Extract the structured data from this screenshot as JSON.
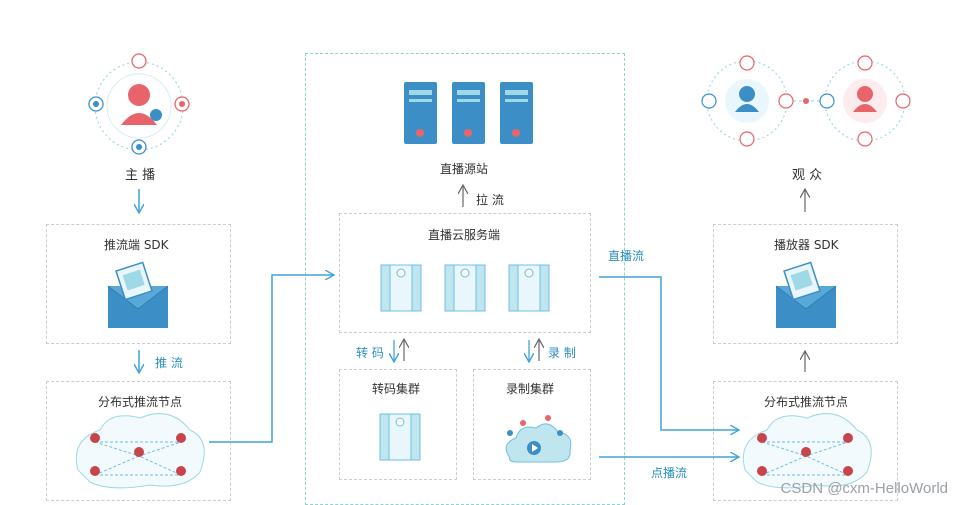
{
  "left": {
    "host_label": "主 播",
    "push_sdk_title": "推流端 SDK",
    "push_arrow_label": "推 流",
    "cdn_title": "分布式推流节点"
  },
  "center": {
    "origin_label": "直播源站",
    "pull_label": "拉 流",
    "cloud_title": "直播云服务端",
    "transcode_arrow_label": "转 码",
    "record_arrow_label": "录 制",
    "transcode_cluster": "转码集群",
    "record_cluster": "录制集群"
  },
  "right": {
    "audience_label": "观 众",
    "player_sdk_title": "播放器 SDK",
    "cdn_title": "分布式推流节点",
    "live_label": "直播流",
    "vod_label": "点播流"
  },
  "watermark": "CSDN @cxm-HelloWorld",
  "colors": {
    "line": "#3fa4d6",
    "accent_red": "#e8646a",
    "server_blue": "#3c8fc6",
    "light_teal": "#9fd8e6",
    "pin_red": "#c7444a"
  }
}
